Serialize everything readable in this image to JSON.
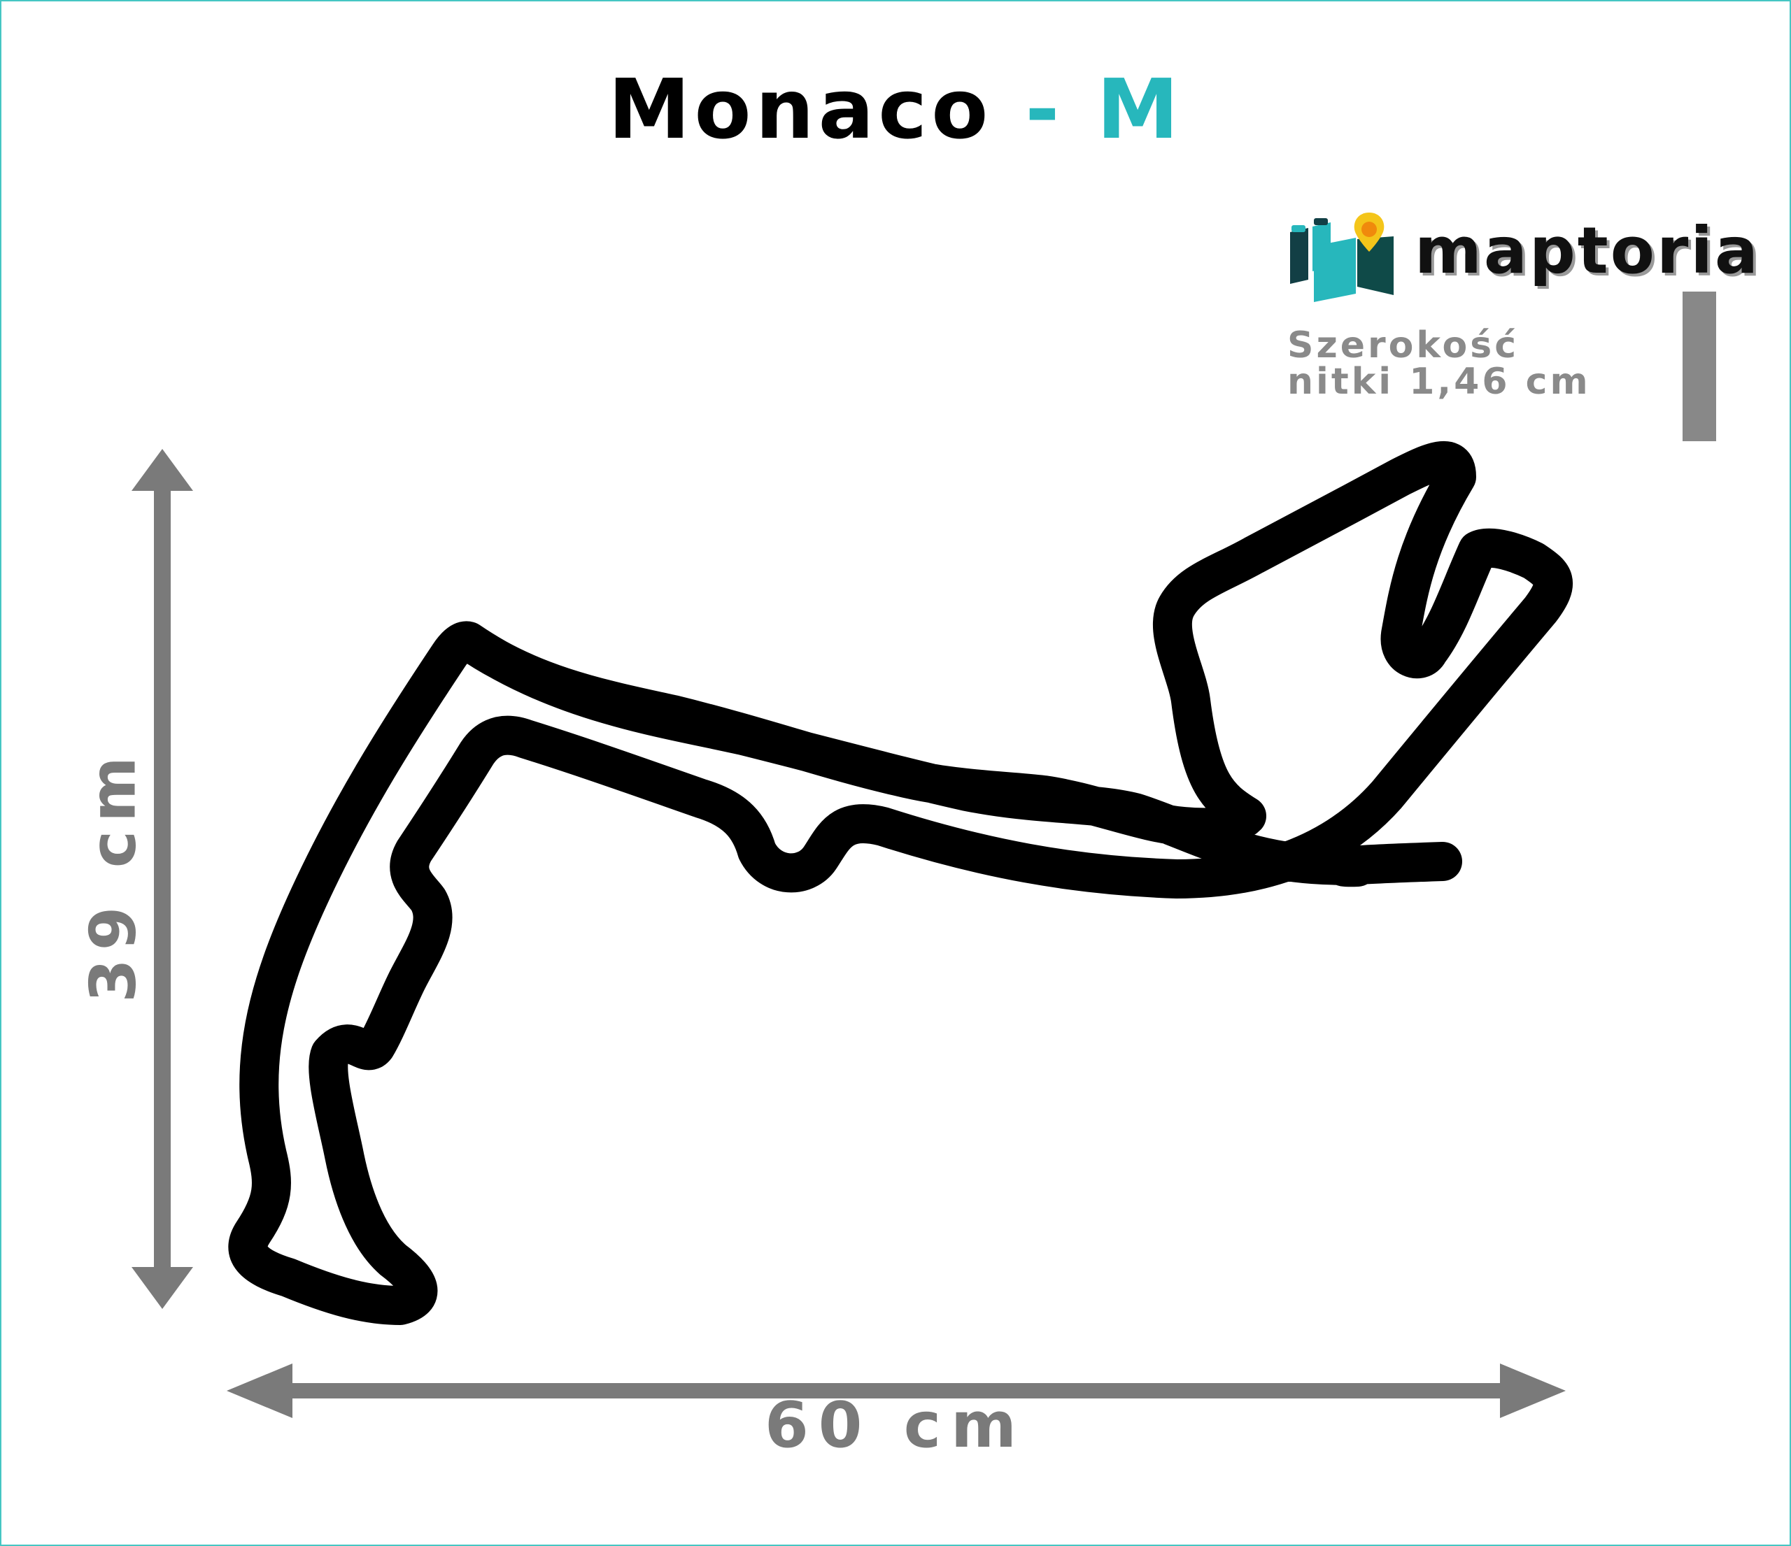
{
  "title": {
    "name": "Monaco",
    "separator": "-",
    "size": "M"
  },
  "brand": {
    "name": "maptoria"
  },
  "thread_width": {
    "line1": "Szerokość",
    "line2": "nitki 1,46 cm"
  },
  "dimensions": {
    "height_label": "39 cm",
    "width_label": "60 cm"
  },
  "colors": {
    "accent": "#27b7bc",
    "track": "#000000",
    "dimension_gray": "#7a7a7a",
    "border": "#46c6c3"
  }
}
